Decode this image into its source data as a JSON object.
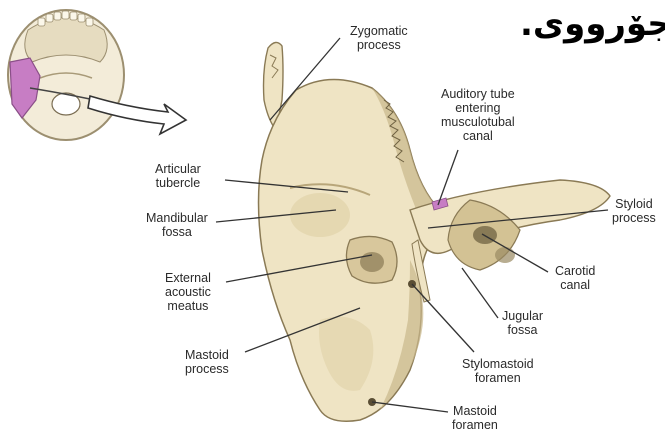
{
  "title": "جۆرووی.",
  "labels": {
    "zygomatic": [
      "Zygomatic",
      "process"
    ],
    "auditory": [
      "Auditory tube",
      "entering",
      "musculotubal",
      "canal"
    ],
    "articular": [
      "Articular",
      "tubercle"
    ],
    "mandibular": [
      "Mandibular",
      "fossa"
    ],
    "styloid": [
      "Styloid",
      "process"
    ],
    "external": [
      "External",
      "acoustic",
      "meatus"
    ],
    "carotid": [
      "Carotid",
      "canal"
    ],
    "jugular": [
      "Jugular",
      "fossa"
    ],
    "mastoid_proc": [
      "Mastoid",
      "process"
    ],
    "stylomastoid": [
      "Stylomastoid",
      "foramen"
    ],
    "mastoid_for": [
      "Mastoid",
      "foramen"
    ]
  },
  "colors": {
    "bone": "#efe4c4",
    "bone_shadow": "#c9b88c",
    "bone_dark": "#8a7a55",
    "highlight": "#c77dc4",
    "leader": "#333333"
  }
}
